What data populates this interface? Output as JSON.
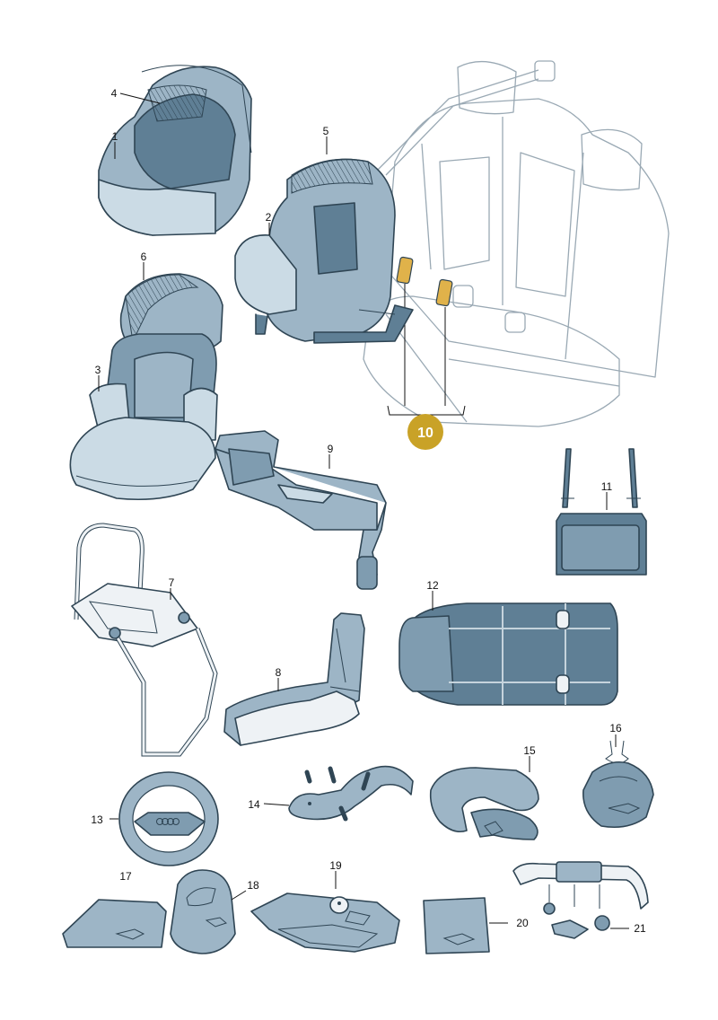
{
  "callouts": {
    "c1": "1",
    "c2": "2",
    "c3": "3",
    "c4": "4",
    "c5": "5",
    "c6": "6",
    "c7": "7",
    "c8": "8",
    "c9": "9",
    "c10": "10",
    "c11": "11",
    "c12": "12",
    "c13": "13",
    "c14": "14",
    "c15": "15",
    "c16": "16",
    "c17": "17",
    "c18": "18",
    "c19": "19",
    "c20": "20",
    "c21": "21"
  },
  "colors": {
    "highlight_badge": "#c9a227",
    "highlight_part": "#e0b24a",
    "part_fill": "#9db5c6",
    "outline": "#2f4554"
  }
}
